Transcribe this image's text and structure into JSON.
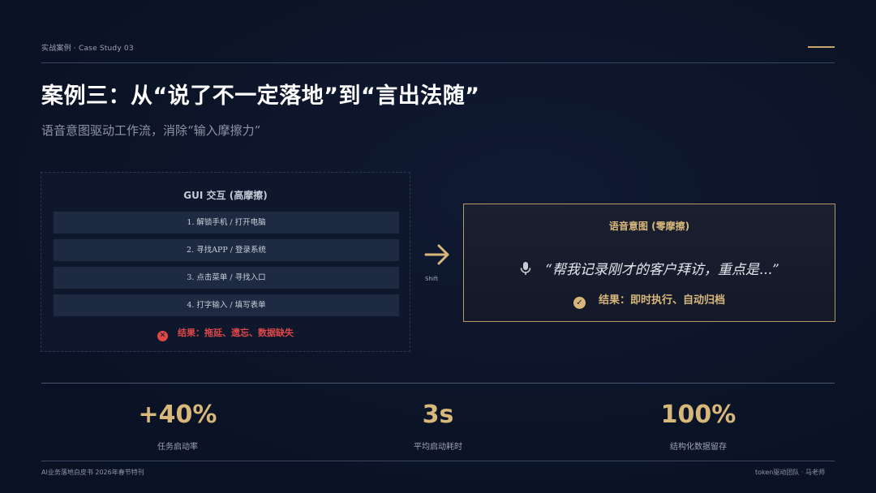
{
  "header": {
    "eyebrow": "实战案例 · Case Study 03",
    "title": "案例三：从“说了不一定落地”到“言出法随”",
    "subtitle": "语音意图驱动工作流，消除“输入摩擦力”"
  },
  "gui_panel": {
    "title": "GUI 交互 (高摩擦)",
    "steps": [
      {
        "label": "1. 解锁手机 / 打开电脑"
      },
      {
        "label": "2. 寻找APP / 登录系统"
      },
      {
        "label": "3. 点击菜单 / 寻找入口"
      },
      {
        "label": "4. 打字输入 / 填写表单"
      }
    ],
    "result_icon": "x-circle-icon",
    "result": "结果：拖延、遗忘、数据缺失"
  },
  "transition": {
    "icon": "arrow-right-icon",
    "label": "Shift"
  },
  "voice_panel": {
    "title": "语音意图 (零摩擦)",
    "icon": "microphone-icon",
    "quote": "“帮我记录刚才的客户拜访，重点是...”",
    "result_icon": "check-circle-icon",
    "result": "结果：即时执行、自动归档"
  },
  "stats": [
    {
      "value": "+40%",
      "label": "任务启动率"
    },
    {
      "value": "3s",
      "label": "平均启动耗时"
    },
    {
      "value": "100%",
      "label": "结构化数据留存"
    }
  ],
  "footer": {
    "left": "AI业务落地白皮书 2026年春节特刊",
    "right": "token驱动团队 · 马老师"
  },
  "colors": {
    "background": "#0c1428",
    "accent_gold": "#d8b77a",
    "danger_red": "#e04848",
    "step_bg": "#1d2a42"
  }
}
